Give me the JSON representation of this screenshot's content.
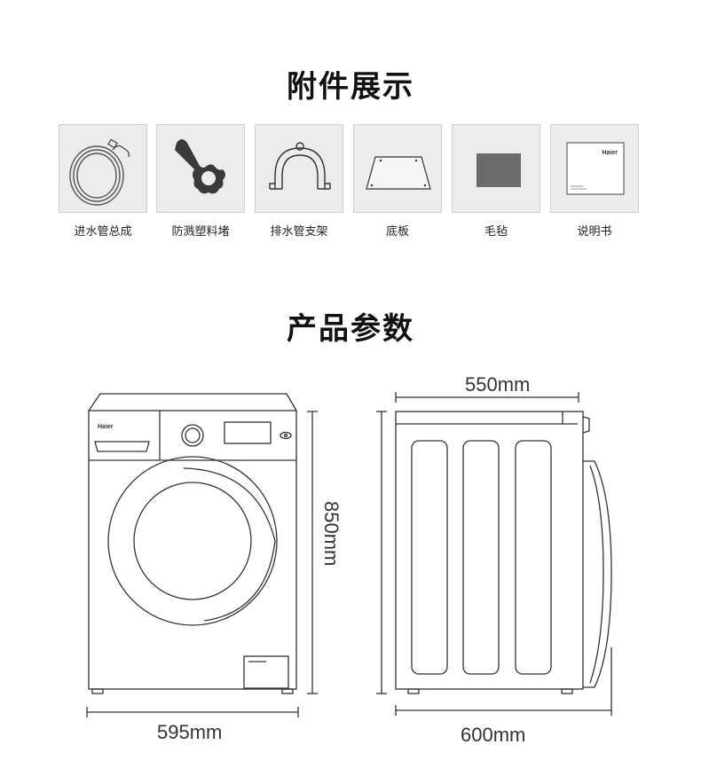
{
  "accessories": {
    "title": "附件展示",
    "items": [
      {
        "label": "进水管总成",
        "icon": "inlet-hose-icon"
      },
      {
        "label": "防溅塑料堵",
        "icon": "splash-plug-icon"
      },
      {
        "label": "排水管支架",
        "icon": "drain-bracket-icon"
      },
      {
        "label": "底板",
        "icon": "base-plate-icon"
      },
      {
        "label": "毛毡",
        "icon": "felt-pad-icon"
      },
      {
        "label": "说明书",
        "icon": "manual-icon"
      }
    ],
    "manual_brand": "Haier"
  },
  "specs": {
    "title": "产品参数",
    "brand_on_machine": "Haier",
    "width": "595mm",
    "height": "850mm",
    "depth_top": "550mm",
    "depth_bottom": "600mm"
  },
  "colors": {
    "card_bg": "#ececec",
    "line": "#333333",
    "felt": "#6b6b6b"
  }
}
